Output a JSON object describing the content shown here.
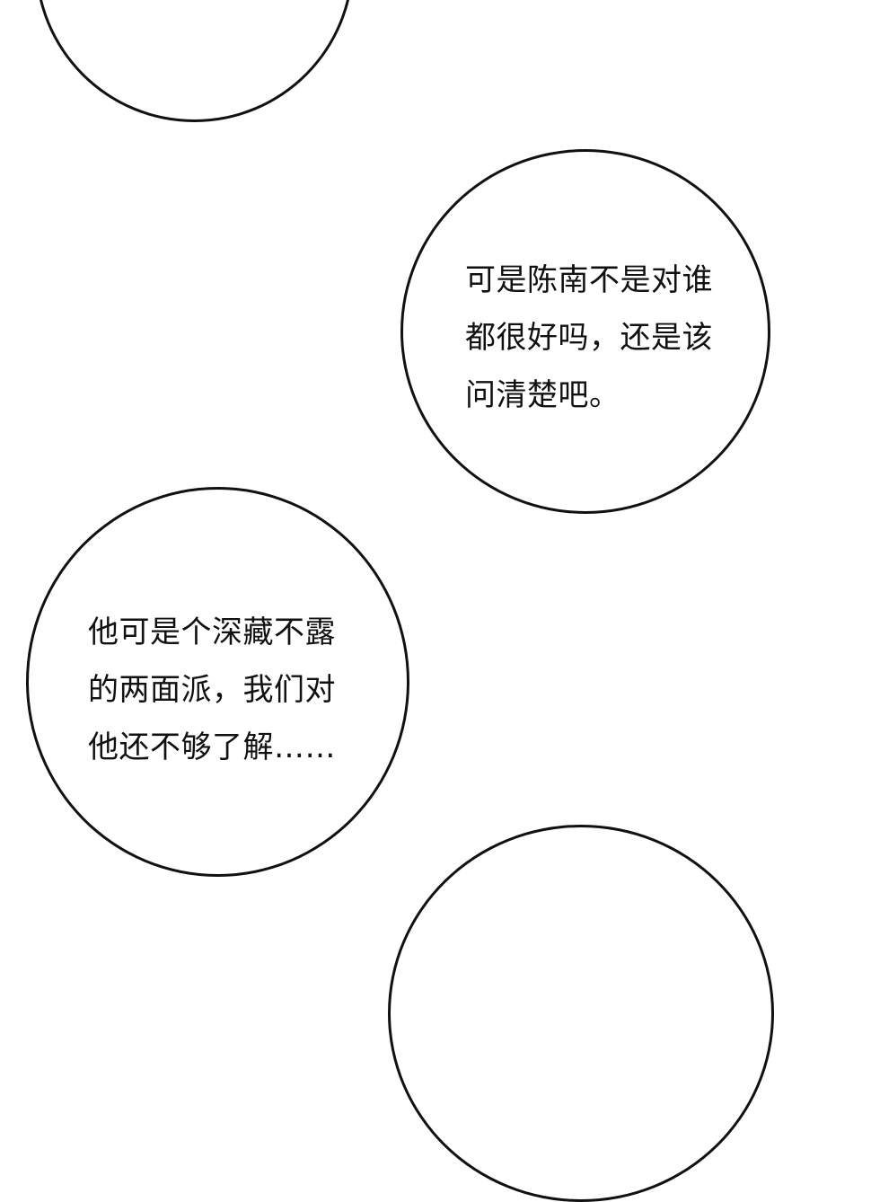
{
  "bubbles": [
    {
      "lines": []
    },
    {
      "lines": [
        "可是陈南不是对谁",
        "都很好吗，还是该",
        "问清楚吧。"
      ]
    },
    {
      "lines": [
        "他可是个深藏不露",
        "的两面派，我们对",
        "他还不够了解……"
      ]
    },
    {
      "lines": []
    }
  ]
}
